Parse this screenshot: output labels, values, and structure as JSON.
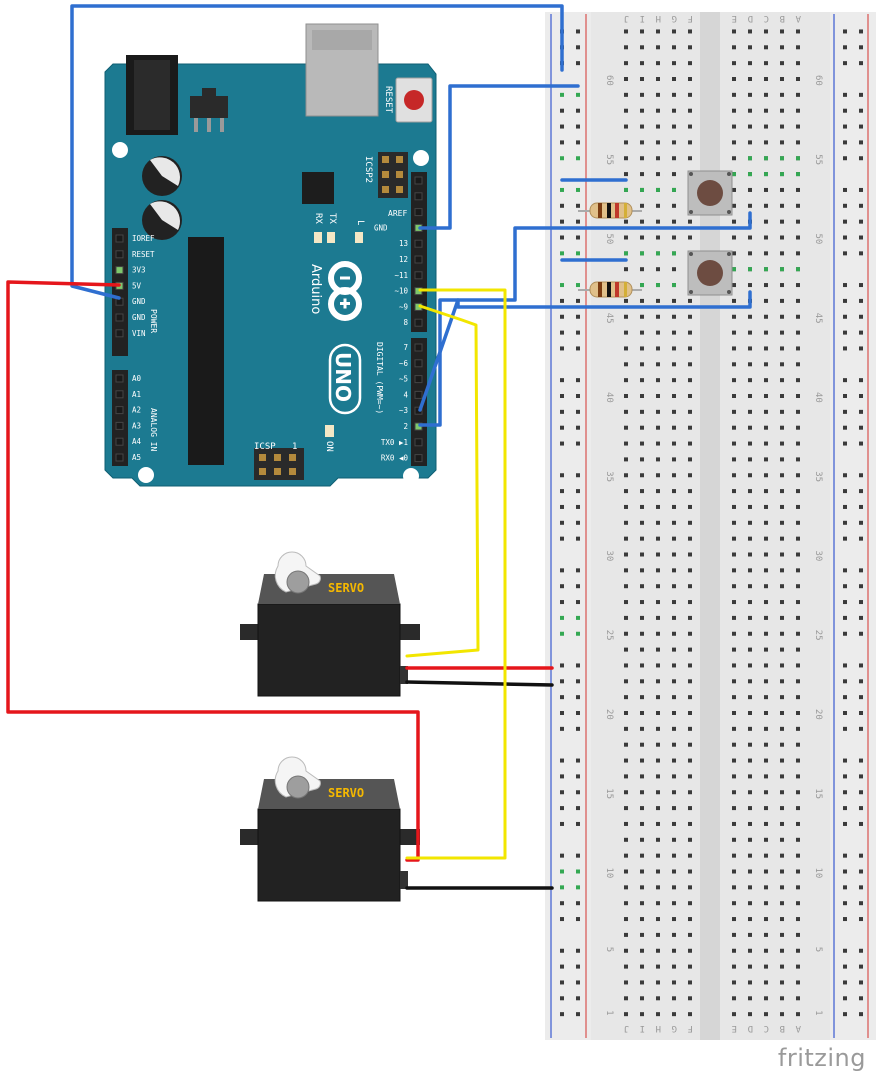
{
  "arduino": {
    "reset": "RESET",
    "icsp2": "ICSP2",
    "icsp": "ICSP",
    "icsp_pin": "1",
    "aref": "AREF",
    "gnd": "GND",
    "tx": "TX",
    "rx": "RX",
    "l": "L",
    "on": "ON",
    "brand": "Arduino",
    "uno": "UNO",
    "digital": "DIGITAL (PWM=~)",
    "power": "POWER",
    "analog": "ANALOG IN",
    "power_pins": [
      "IOREF",
      "RESET",
      "3V3",
      "5V",
      "GND",
      "GND",
      "VIN"
    ],
    "analog_pins": [
      "A0",
      "A1",
      "A2",
      "A3",
      "A4",
      "A5"
    ],
    "digital_pins": [
      "13",
      "12",
      "~11",
      "~10",
      "~9",
      "8",
      "7",
      "~6",
      "~5",
      "4",
      "~3",
      "2",
      "TX0 ▶1",
      "RX0 ◀0"
    ]
  },
  "servos": [
    {
      "label": "SERVO"
    },
    {
      "label": "SERVO"
    }
  ],
  "breadboard": {
    "cols_left": [
      "J",
      "I",
      "H",
      "G",
      "F"
    ],
    "cols_right": [
      "E",
      "D",
      "C",
      "B",
      "A"
    ],
    "row_numbers": [
      "60",
      "55",
      "50",
      "45",
      "40",
      "35",
      "30",
      "25",
      "20",
      "15",
      "10",
      "5",
      "1"
    ]
  },
  "watermark": "fritzing",
  "colors": {
    "board": "#1c7a91",
    "board_edge": "#0f5f73",
    "wire_blue": "#2f6fd0",
    "wire_red": "#e5161b",
    "wire_yellow": "#f2e600",
    "wire_black": "#111111",
    "rail_red": "#d9534f",
    "rail_blue": "#3a5bd0",
    "hole": "#3a3a3a",
    "hole_active": "#34a853"
  }
}
